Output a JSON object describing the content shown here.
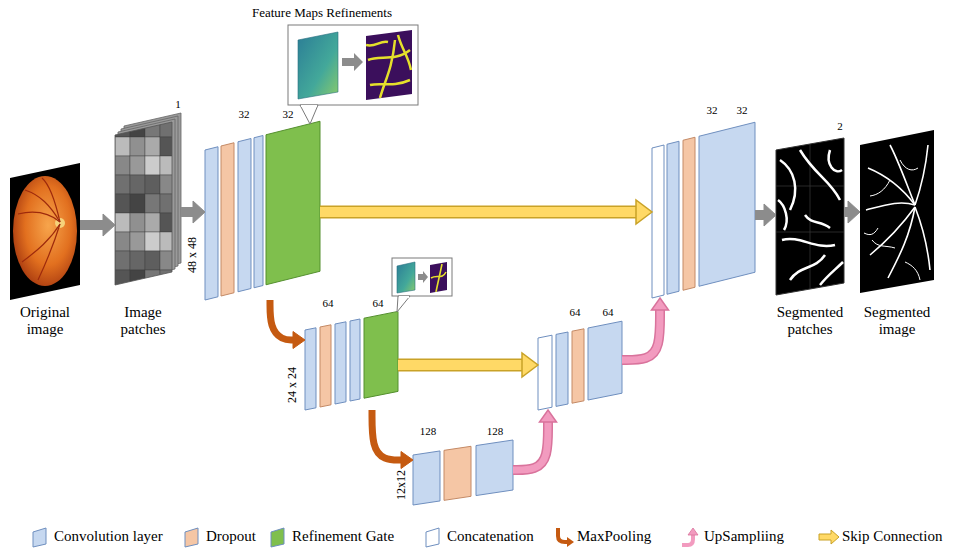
{
  "diagram": {
    "nodes": [
      {
        "text": [
          "Original image"
        ]
      },
      {
        "text": [
          "1",
          "Image patches"
        ]
      },
      {
        "text": [
          "Feature Maps Refinements"
        ]
      },
      {
        "text": [
          "32",
          "32",
          "48 x 48"
        ]
      },
      {
        "text": [
          "64",
          "64",
          "24 x 24"
        ]
      },
      {
        "text": [
          "128",
          "128",
          "12x12"
        ]
      },
      {
        "text": [
          "64",
          "64"
        ]
      },
      {
        "text": [
          "32",
          "32"
        ]
      },
      {
        "text": [
          "2",
          "Segmented patches"
        ]
      },
      {
        "text": [
          "Segmented image"
        ]
      }
    ],
    "edges": [
      {
        "from": 0,
        "to": 1,
        "arrow": "to"
      },
      {
        "from": 1,
        "to": 3,
        "arrow": "to"
      },
      {
        "from": 3,
        "to": 4,
        "arrow": "to"
      },
      {
        "from": 4,
        "to": 5,
        "arrow": "to"
      },
      {
        "from": 5,
        "to": 6,
        "arrow": "to"
      },
      {
        "from": 6,
        "to": 7,
        "arrow": "to"
      },
      {
        "from": 3,
        "to": 7,
        "arrow": "to"
      },
      {
        "from": 4,
        "to": 6,
        "arrow": "to"
      },
      {
        "from": 7,
        "to": 8,
        "arrow": "to"
      },
      {
        "from": 8,
        "to": 9,
        "arrow": "to"
      }
    ],
    "legend": [
      {
        "text": "Convolution layer",
        "color": "#c6d8f0"
      },
      {
        "text": "Dropout",
        "color": "#f5c6a5"
      },
      {
        "text": "Refinement Gate",
        "color": "#7fbf4d"
      },
      {
        "text": "Concatenation",
        "color": "#ffffff"
      },
      {
        "text": "MaxPooling"
      },
      {
        "text": "UpSampliing"
      },
      {
        "text": "Skip Connection"
      }
    ]
  }
}
